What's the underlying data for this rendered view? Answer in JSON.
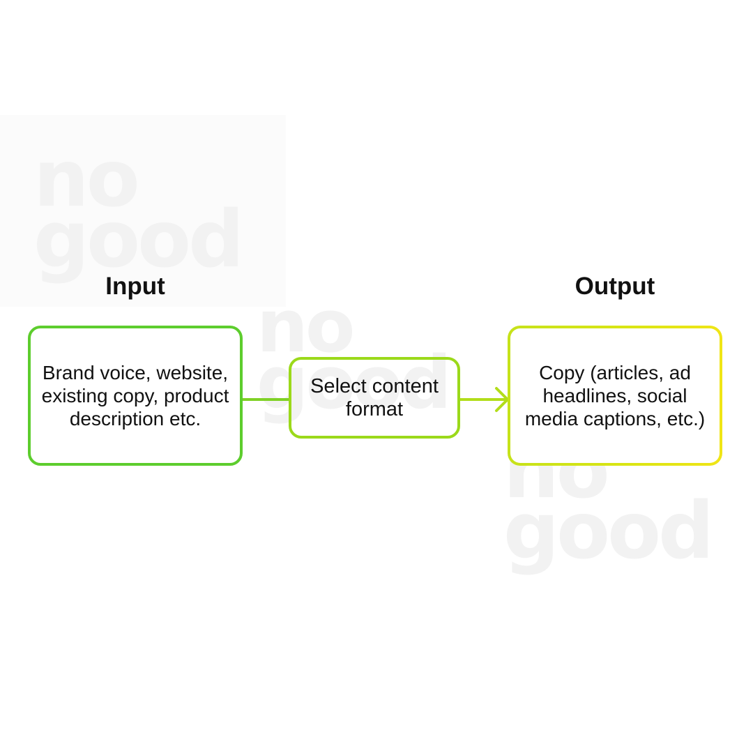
{
  "watermark": {
    "text": "no\ngood"
  },
  "diagram": {
    "input_heading": "Input",
    "output_heading": "Output",
    "input_box": "Brand voice, website, existing copy, product description etc.",
    "process_box": "Select content format",
    "output_box": "Copy (articles, ad headlines, social media captions, etc.)"
  },
  "colors": {
    "input_border": "#5dcd2d",
    "process_border": "#9bd91a",
    "output_border_start": "#c6e21a",
    "output_border_end": "#f0e516",
    "text": "#111111"
  }
}
